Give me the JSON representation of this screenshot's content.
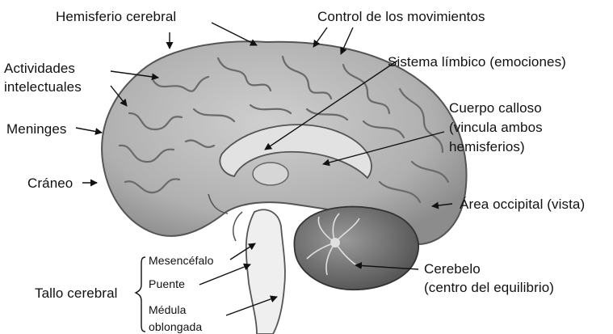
{
  "labels": {
    "hemisferio": "Hemisferio cerebral",
    "control": "Control de los movimientos",
    "actividades_1": "Actividades",
    "actividades_2": "intelectuales",
    "limbico": "Sistema límbico (emociones)",
    "meninges": "Meninges",
    "calloso_1": "Cuerpo calloso",
    "calloso_2": "(vincula ambos",
    "calloso_3": "hemisferios)",
    "craneo": "Cráneo",
    "occipital": "Área occipital (vista)",
    "cerebelo_1": "Cerebelo",
    "cerebelo_2": "(centro del equilibrio)",
    "tallo": "Tallo cerebral",
    "mesencefalo": "Mesencéfalo",
    "puente": "Puente",
    "medula_1": "Médula",
    "medula_2": "oblongada"
  },
  "colors": {
    "cortex": "#b9b9b9",
    "cortex_shadow": "#8a8a8a",
    "corpus": "#e2e2e2",
    "brainstem": "#efefef",
    "cerebellum": "#6e6e6e",
    "ink": "#111111"
  }
}
